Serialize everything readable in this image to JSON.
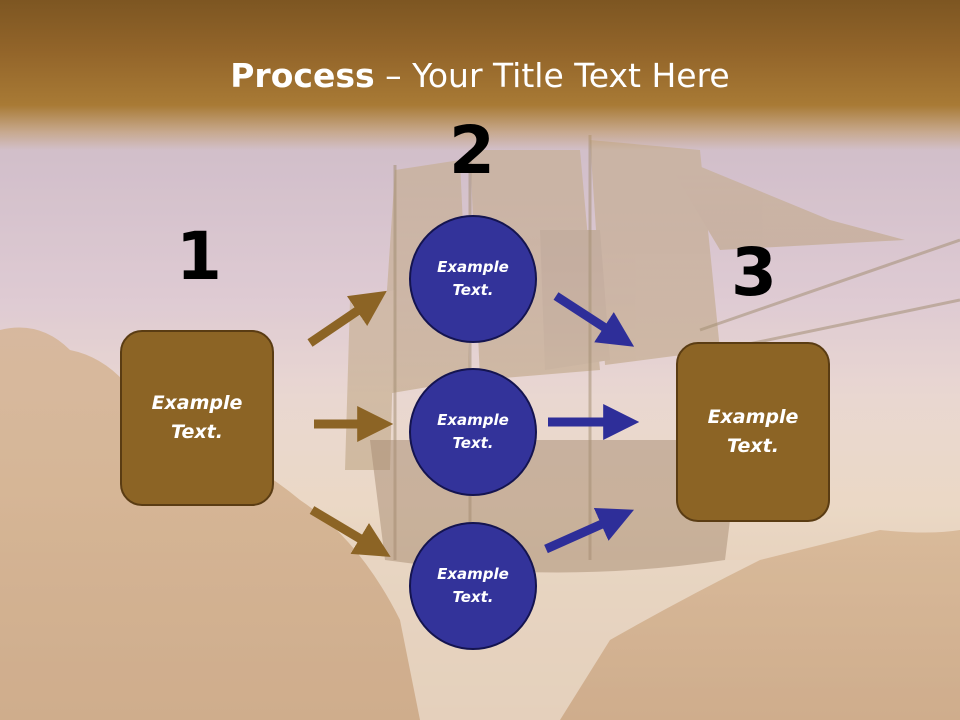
{
  "title": {
    "bold": "Process",
    "rest": " – Your Title Text Here"
  },
  "steps": [
    {
      "number": "1",
      "text": [
        "Example",
        "Text."
      ]
    },
    {
      "number": "2",
      "items": [
        {
          "text": [
            "Example",
            "Text."
          ]
        },
        {
          "text": [
            "Example",
            "Text."
          ]
        },
        {
          "text": [
            "Example",
            "Text."
          ]
        }
      ]
    },
    {
      "number": "3",
      "text": [
        "Example",
        "Text."
      ]
    }
  ],
  "colors": {
    "box_fill": "#8c6425",
    "circle_fill": "#33339a",
    "brown_arrow": "#8c6425",
    "blue_arrow": "#2e2e99",
    "title_bar": "#93652a"
  }
}
